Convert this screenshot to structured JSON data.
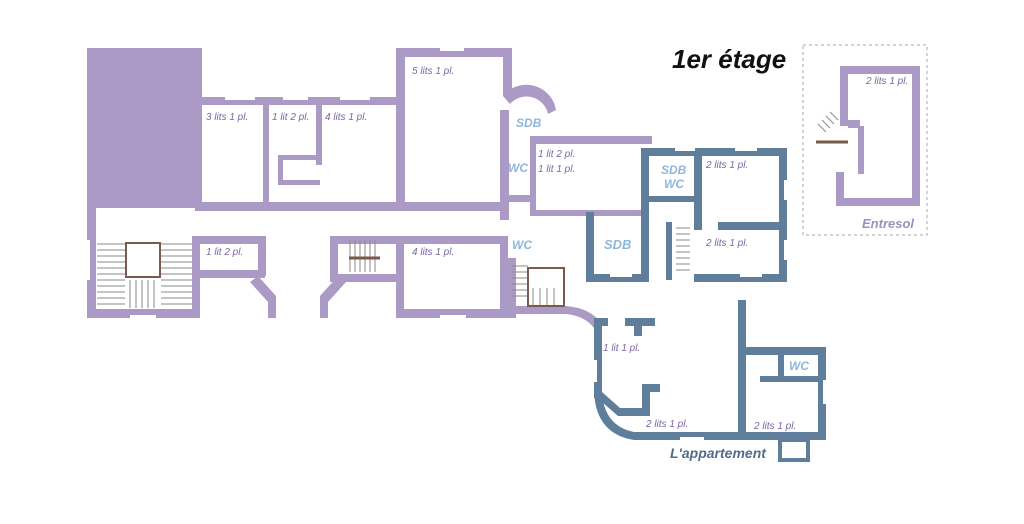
{
  "floor_title": "1er étage",
  "colors": {
    "main_wing": "#ab9ac6",
    "apartment": "#5e7e9c",
    "utility_text": "#8fb7db",
    "room_text": "#7b65a3",
    "entresol_text": "#9c8fc0",
    "apartment_text": "#516d8a",
    "stair": "#7a5a4a"
  },
  "rooms": {
    "r1": "3 lits 1 pl.",
    "r2": "1 lit 2 pl.",
    "r3": "4 lits 1 pl.",
    "r4": "5 lits 1 pl.",
    "r5a": "1 lit 2 pl.",
    "r5b": "1 lit 1 pl.",
    "r6": "1 lit 2 pl.",
    "r7": "4 lits 1 pl.",
    "a1": "2 lits 1 pl.",
    "a2": "2 lits 1 pl.",
    "a3": "1 lit 1 pl.",
    "a4": "2 lits 1 pl.",
    "a5": "2 lits 1 pl.",
    "e1": "2 lits 1 pl."
  },
  "utilities": {
    "sdb_top": "SDB",
    "wc_left": "WC",
    "wc_corridor": "WC",
    "sdb_wc_1": "SDB",
    "sdb_wc_2": "WC",
    "sdb_big": "SDB",
    "wc_right": "WC"
  },
  "sections": {
    "entresol": "Entresol",
    "apartment": "L'appartement"
  }
}
